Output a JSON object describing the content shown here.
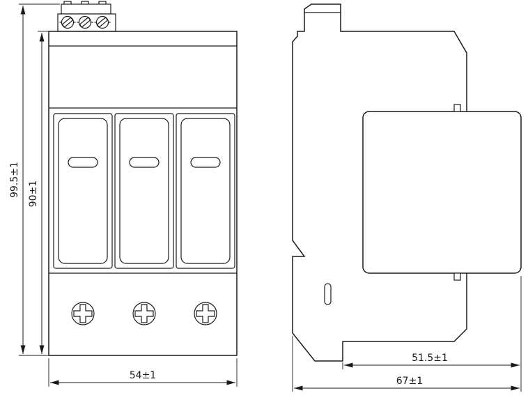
{
  "drawing": {
    "background": "#ffffff",
    "stroke_color": "#1a1a1a",
    "views": {
      "front": {
        "id": "front-view"
      },
      "side": {
        "id": "side-view"
      }
    },
    "dimensions": {
      "front_overall_height": "99.5±1",
      "front_body_height": "90±1",
      "front_width": "54±1",
      "side_inner_depth": "51.5±1",
      "side_overall_depth": "67±1"
    }
  }
}
